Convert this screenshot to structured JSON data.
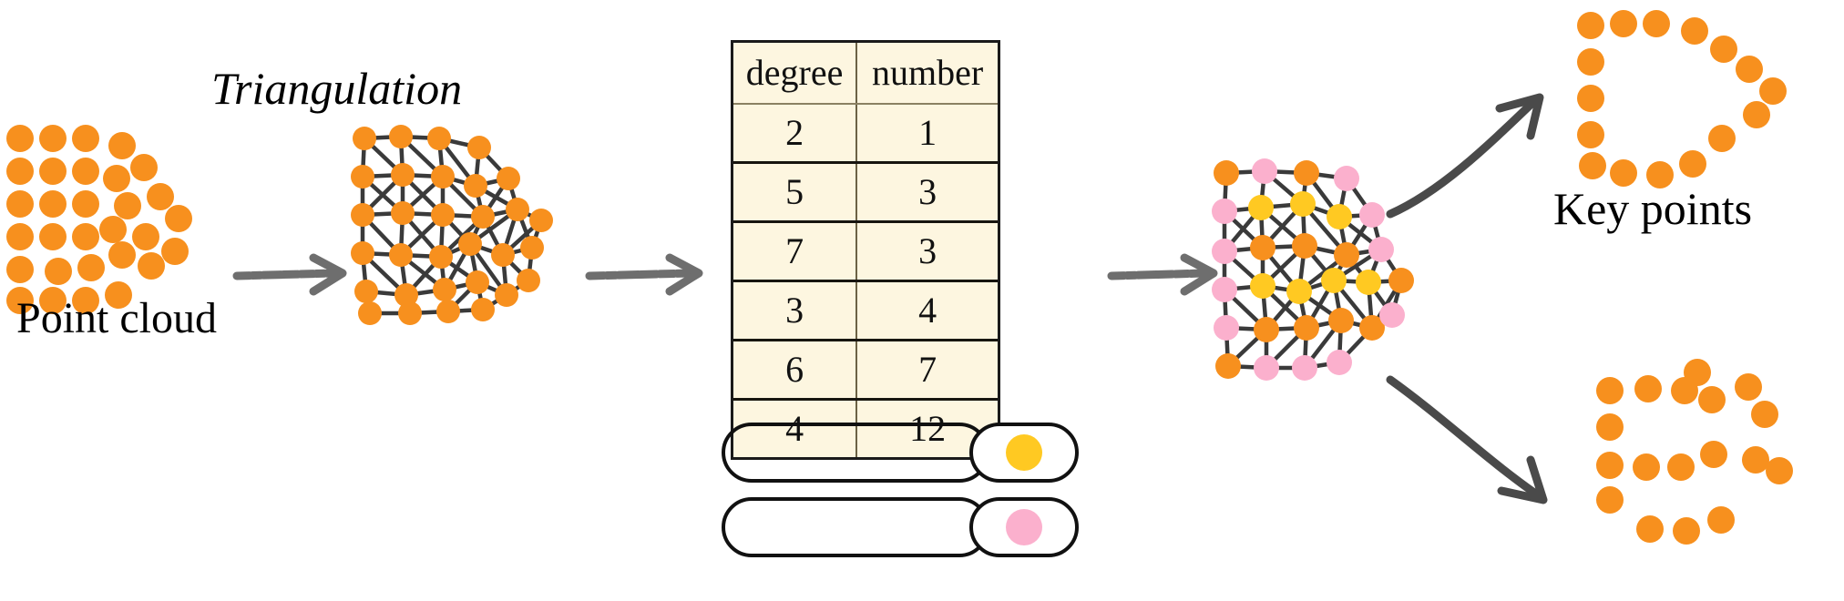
{
  "figure": {
    "type": "pipeline-diagram",
    "title": "Key point extraction pipeline via triangulation and vertex degree statistics"
  },
  "labels": {
    "point_cloud": "Point cloud",
    "triangulation": "Triangulation",
    "key_points": "Key points"
  },
  "colors": {
    "point_orange": "#F7901E",
    "node_yellow": "#FFC922",
    "node_pink": "#FBB0CD",
    "table_fill": "#FDF6E0",
    "table_border": "#17150F",
    "arrow_gray": "#6E6E6E",
    "curve_arrow": "#555555",
    "text_black": "#000000"
  },
  "table": {
    "name": "degree-distribution-table",
    "columns": [
      "degree",
      "number"
    ],
    "rows": [
      {
        "degree": "2",
        "number": "1",
        "highlight": null
      },
      {
        "degree": "5",
        "number": "3",
        "highlight": null
      },
      {
        "degree": "7",
        "number": "3",
        "highlight": null
      },
      {
        "degree": "3",
        "number": "4",
        "highlight": null
      },
      {
        "degree": "6",
        "number": "7",
        "highlight": "yellow"
      },
      {
        "degree": "4",
        "number": "12",
        "highlight": "pink"
      }
    ]
  },
  "chart_data": {
    "type": "table",
    "title": "degree / number",
    "categories": [
      "2",
      "5",
      "7",
      "3",
      "6",
      "4"
    ],
    "values": [
      1,
      3,
      3,
      4,
      7,
      12
    ],
    "xlabel": "degree",
    "ylabel": "number",
    "annotations": [
      {
        "degree": "6",
        "number": 7,
        "marker_color": "#FFC922"
      },
      {
        "degree": "4",
        "number": 12,
        "marker_color": "#FBB0CD"
      }
    ]
  },
  "panels": [
    {
      "id": "point-cloud",
      "label": "Point cloud",
      "description": "orange dot grid forming a wedge/arrow shape"
    },
    {
      "id": "triangulated-graph",
      "label": "Triangulation",
      "description": "orange nodes connected by black triangulation edges"
    },
    {
      "id": "degree-table",
      "label": "degree / number",
      "description": "vertex degree frequency table"
    },
    {
      "id": "colored-graph",
      "label": "",
      "description": "triangulated graph with pink boundary nodes and yellow interior nodes"
    },
    {
      "id": "boundary-keypoints",
      "label": "Key points",
      "description": "orange outline contour points"
    },
    {
      "id": "interior-keypoints",
      "label": "",
      "description": "orange scattered interior key points"
    }
  ],
  "arrows": [
    {
      "name": "arrow-cloud-to-triangulation",
      "style": "straight-sketch"
    },
    {
      "name": "arrow-triangulation-to-table",
      "style": "straight-sketch"
    },
    {
      "name": "arrow-table-to-colored-graph",
      "style": "straight-sketch"
    },
    {
      "name": "arrow-graph-to-boundary-keypoints",
      "style": "curved-sketch"
    },
    {
      "name": "arrow-graph-to-interior-keypoints",
      "style": "curved-sketch"
    }
  ]
}
